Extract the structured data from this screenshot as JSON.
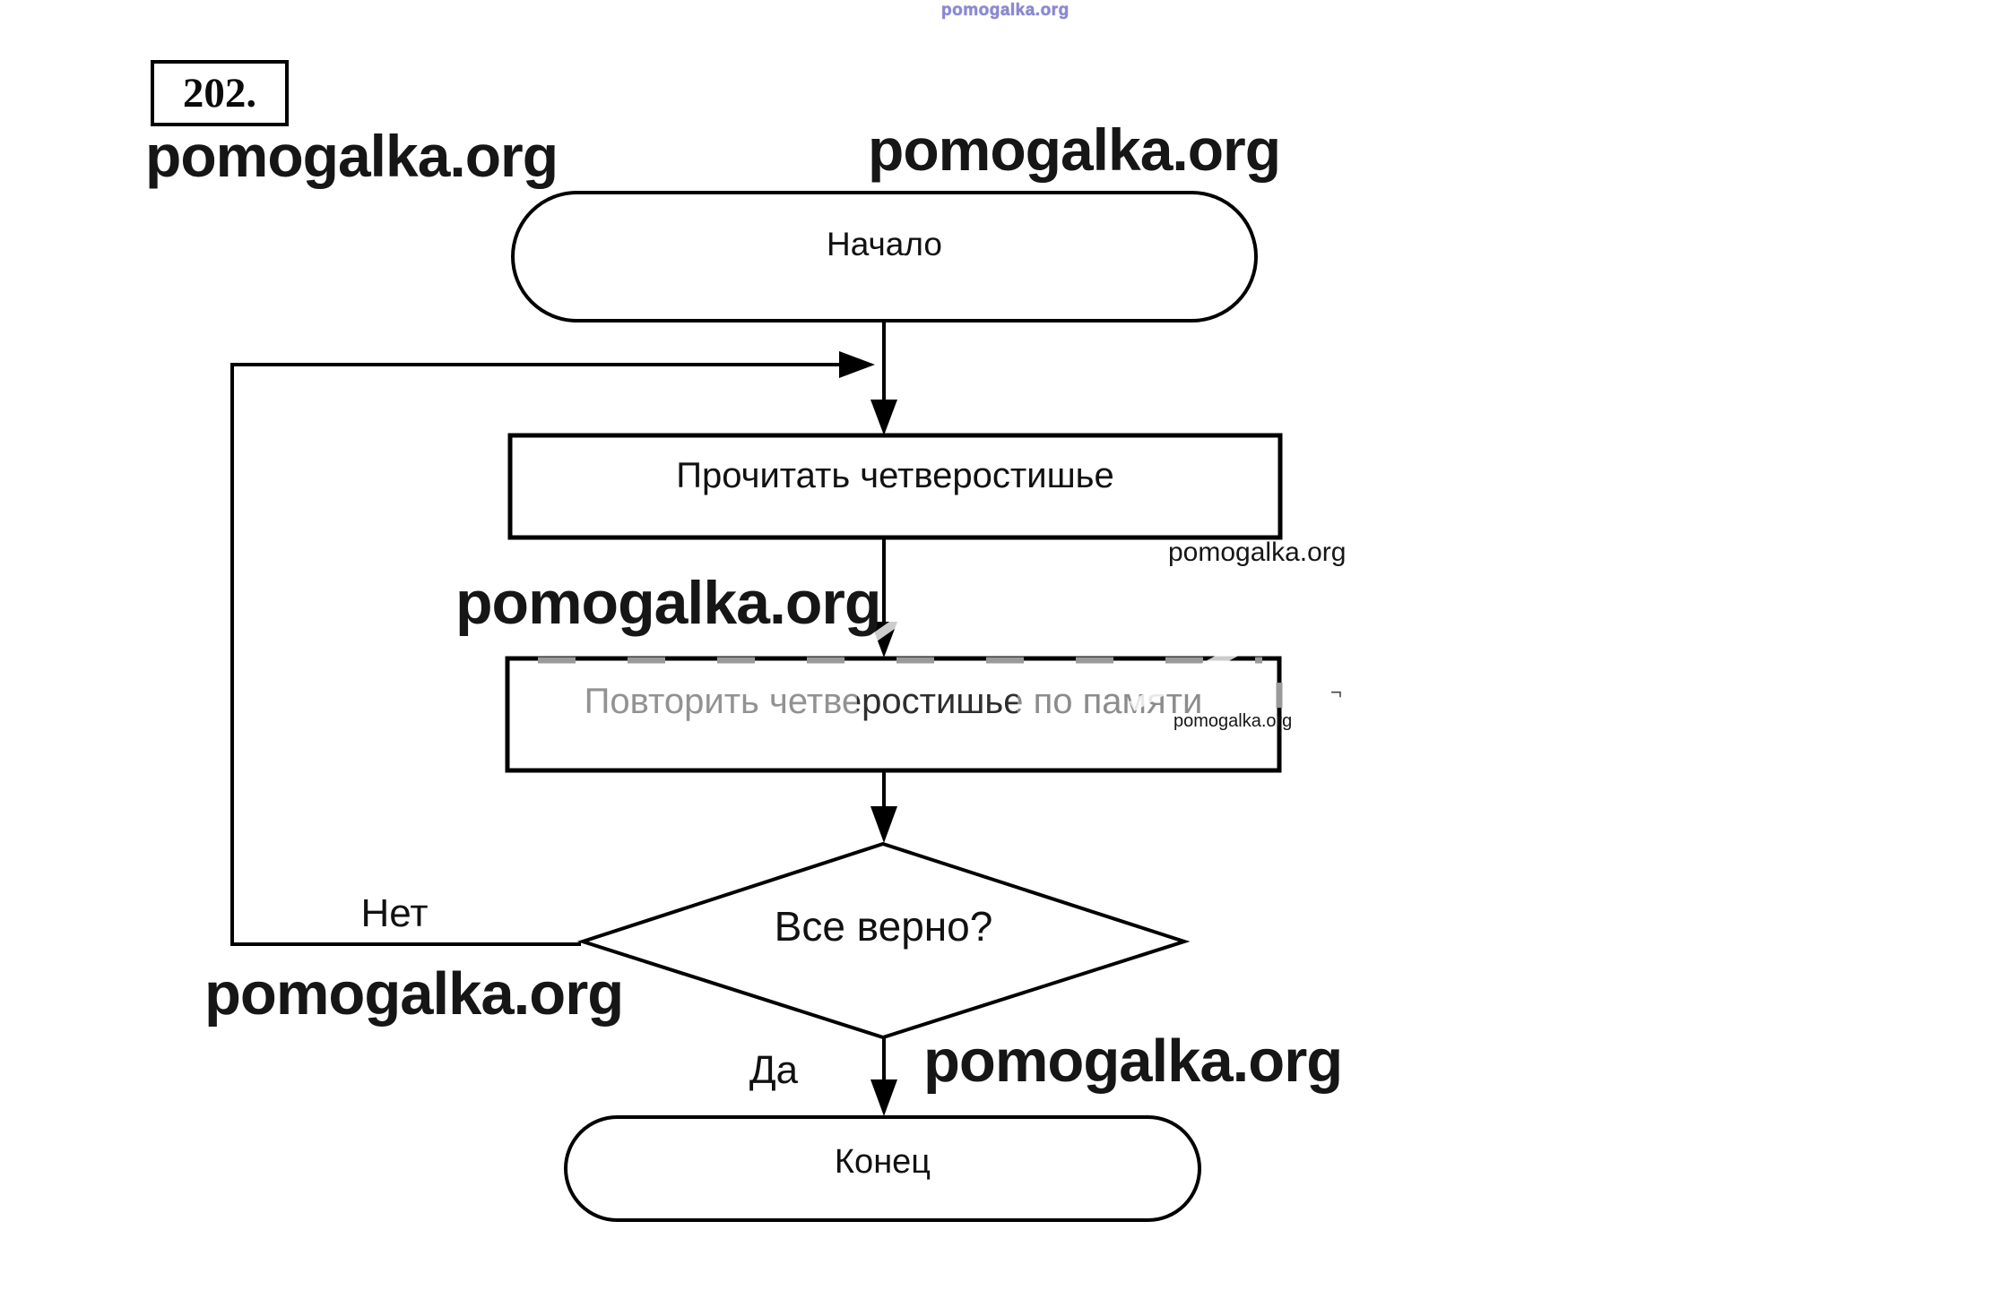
{
  "task": {
    "number_label": "202."
  },
  "watermark": {
    "text": "pomogalka.org",
    "stray_mark": "¬"
  },
  "flowchart": {
    "nodes": [
      {
        "id": "start",
        "type": "terminator",
        "label": "Начало"
      },
      {
        "id": "read",
        "type": "process",
        "label": "Прочитать четверостишье"
      },
      {
        "id": "repeat",
        "type": "process",
        "label": "Повторить четверостишье по памяти"
      },
      {
        "id": "decision",
        "type": "decision",
        "label": "Все верно?"
      },
      {
        "id": "end",
        "type": "terminator",
        "label": "Конец"
      }
    ],
    "edges": [
      {
        "from": "start",
        "to": "read",
        "label": ""
      },
      {
        "from": "read",
        "to": "repeat",
        "label": ""
      },
      {
        "from": "repeat",
        "to": "decision",
        "label": ""
      },
      {
        "from": "decision",
        "to": "end",
        "label": "Да"
      },
      {
        "from": "decision",
        "to": "read",
        "label": "Нет"
      }
    ],
    "branch_labels": {
      "yes": "Да",
      "no": "Нет"
    }
  },
  "colors": {
    "background": "#ffffff",
    "line": "#000000",
    "tiny_watermark": "#8a88d4",
    "watermark_overlay_gray": "#9a9a9a"
  }
}
